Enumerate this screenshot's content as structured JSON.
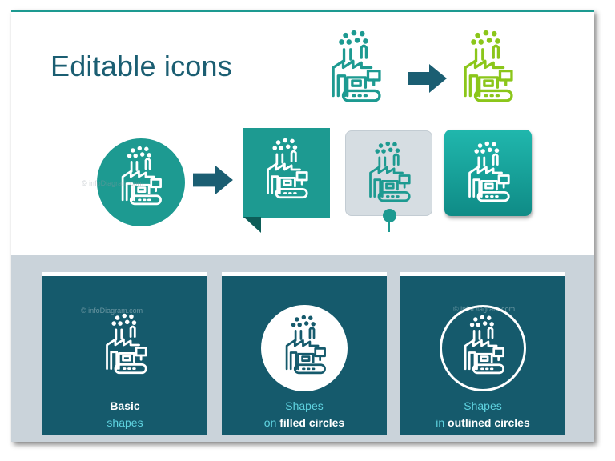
{
  "title": "Editable icons",
  "colors": {
    "teal": "#1d9a91",
    "lime": "#8bc61a",
    "navy": "#155a6c",
    "title": "#1b5e72",
    "band": "#cad3da",
    "light_cyan": "#5fd3e0"
  },
  "icons": [
    "factory-icon",
    "arrow-right-icon"
  ],
  "cards": [
    {
      "line1": "Basic",
      "line2": "shapes"
    },
    {
      "line1": "Shapes",
      "line2_prefix": "on",
      "line2_bold": "filled circles"
    },
    {
      "line1": "Shapes",
      "line2_prefix": "in",
      "line2_bold": "outlined circles"
    }
  ],
  "watermark": "© infoDiagram.com"
}
